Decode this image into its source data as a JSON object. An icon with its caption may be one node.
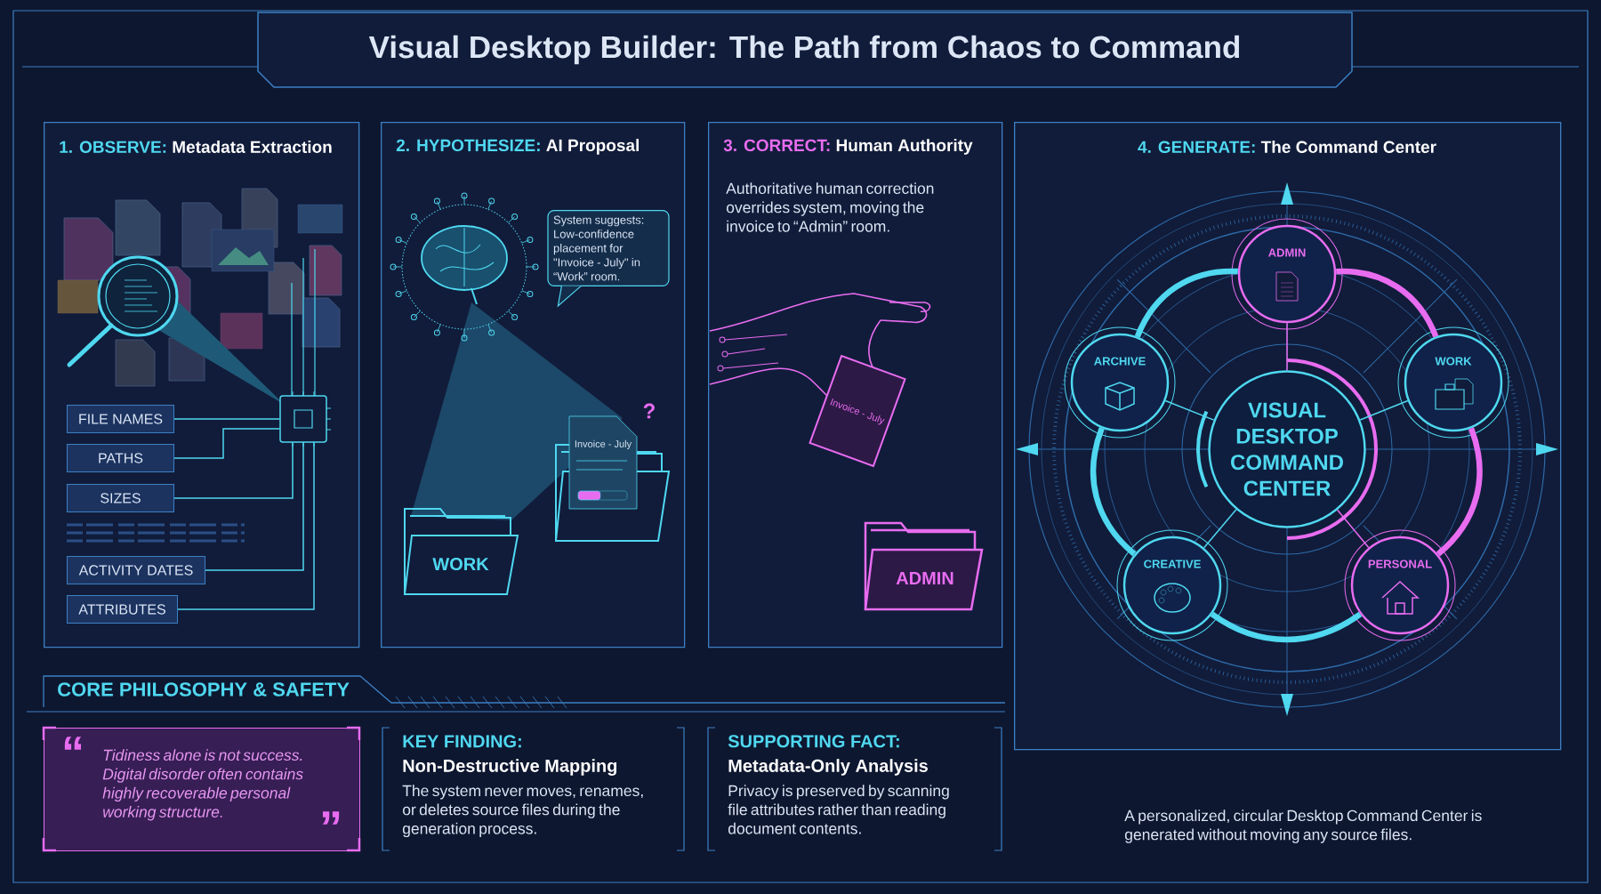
{
  "diagram": {
    "title": "Visual Desktop Builder: The Path from Chaos to Command",
    "nodes": [
      {
        "text": [
          "1. OBSERVE:",
          "Metadata Extraction"
        ]
      },
      {
        "text": [
          "FILE NAMES"
        ],
        "in": 0
      },
      {
        "text": [
          "PATHS"
        ],
        "in": 0
      },
      {
        "text": [
          "SIZES"
        ],
        "in": 0
      },
      {
        "text": [
          "ACTIVITY DATES"
        ],
        "in": 0
      },
      {
        "text": [
          "ATTRIBUTES"
        ],
        "in": 0
      },
      {
        "text": [],
        "shape": "picture",
        "in": 0
      },
      {
        "text": [
          "2. HYPOTHESIZE:",
          "AI Proposal"
        ]
      },
      {
        "text": [
          "System suggests: Low-confidence placement for \"Invoice - July\" in “Work” room."
        ],
        "in": 7
      },
      {
        "text": [
          "WORK"
        ],
        "in": 7
      },
      {
        "text": [
          "Invoice - July"
        ],
        "beside": [
          "?"
        ],
        "in": 7
      },
      {
        "text": [
          "3. CORRECT:",
          "Human Authority",
          "Authoritative human correction overrides system, moving the invoice to “Admin” room."
        ]
      },
      {
        "text": [
          "Invoice - July"
        ],
        "in": 11
      },
      {
        "text": [
          "ADMIN"
        ],
        "in": 11
      },
      {
        "text": [
          "4. GENERATE:",
          "The Command Center"
        ]
      },
      {
        "text": [
          "VISUAL DESKTOP COMMAND CENTER"
        ],
        "in": 14
      },
      {
        "text": [
          "ADMIN"
        ],
        "in": 14
      },
      {
        "text": [
          "WORK"
        ],
        "in": 14
      },
      {
        "text": [
          "PERSONAL"
        ],
        "in": 14
      },
      {
        "text": [
          "CREATIVE"
        ],
        "in": 14
      },
      {
        "text": [
          "ARCHIVE"
        ],
        "in": 14
      },
      {
        "text": [
          "CORE PHILOSOPHY & SAFETY"
        ]
      },
      {
        "text": [
          "“",
          "Tidiness alone is not success. Digital disorder often contains highly recoverable personal working structure.",
          "”"
        ]
      },
      {
        "text": [
          "KEY FINDING:",
          "Non-Destructive Mapping",
          "The system never moves, renames, or deletes source files during the generation process."
        ]
      },
      {
        "text": [
          "SUPPORTING FACT:",
          "Metadata-Only Analysis",
          "Privacy is preserved by scanning file attributes rather than reading document contents."
        ]
      }
    ],
    "edges": [
      {
        "from": 1,
        "to": 6,
        "arrow": "none"
      },
      {
        "from": 2,
        "to": 6,
        "arrow": "none"
      },
      {
        "from": 3,
        "to": 6,
        "arrow": "none"
      },
      {
        "from": 4,
        "to": 6,
        "arrow": "none"
      },
      {
        "from": 5,
        "to": 6,
        "arrow": "none"
      },
      {
        "from": 16,
        "to": 17,
        "arrow": "none",
        "style": "thick",
        "color": "#e86cf0"
      },
      {
        "from": 17,
        "to": 18,
        "arrow": "none",
        "style": "thick",
        "color": "#e86cf0"
      },
      {
        "from": 18,
        "to": 19,
        "arrow": "none",
        "style": "thick"
      },
      {
        "from": 19,
        "to": 20,
        "arrow": "none",
        "style": "thick"
      },
      {
        "from": 20,
        "to": 16,
        "arrow": "none",
        "style": "thick"
      },
      {
        "from": 15,
        "to": 16,
        "arrow": "none",
        "color": "#e86cf0"
      },
      {
        "from": 15,
        "to": 17,
        "arrow": "none"
      },
      {
        "from": 15,
        "to": 18,
        "arrow": "none",
        "color": "#e86cf0"
      },
      {
        "from": 15,
        "to": 19,
        "arrow": "none"
      },
      {
        "from": 15,
        "to": 20,
        "arrow": "none"
      }
    ],
    "labels": [
      "A personalized, circular Desktop Command Center is generated without moving any source files."
    ]
  }
}
